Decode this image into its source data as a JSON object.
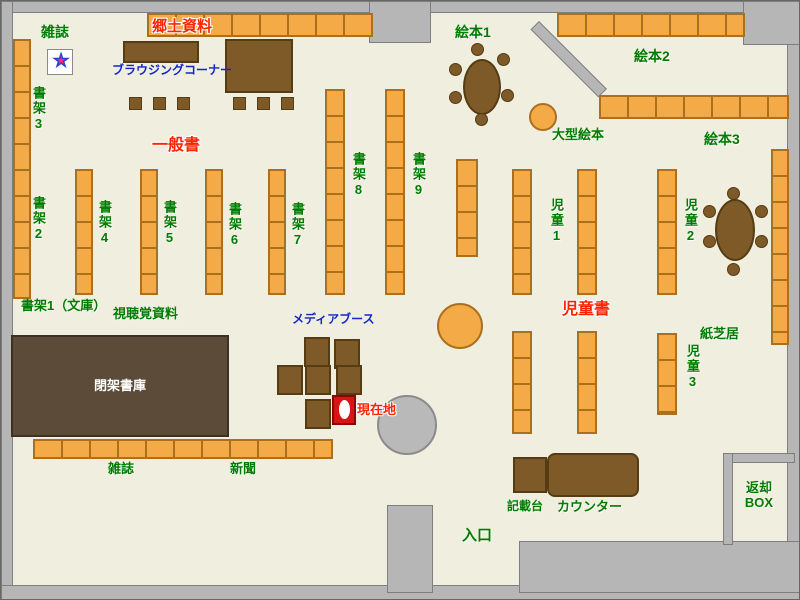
{
  "colors": {
    "floor": "#efeedf",
    "wall": "#b6b6b6",
    "shelf_fill": "#f4ab47",
    "shelf_border": "#aa701e",
    "furniture_brown": "#7d5a28",
    "closed_stacks_brown": "#5c4b38",
    "booth_highlight_red": "#d81414",
    "label_green": "#007c00",
    "label_red": "#ff2400",
    "label_blue": "#1526c8",
    "label_white": "#ffffff"
  },
  "icons": {
    "star": "★"
  },
  "areas": {
    "magazines_top": {
      "label": "雑誌"
    },
    "local_materials": {
      "label": "郷土資料"
    },
    "browsing_corner": {
      "label": "ブラウジングコーナー"
    },
    "general_books": {
      "label": "一般書"
    },
    "shelf_2": {
      "label": "書架2"
    },
    "shelf_3": {
      "label": "書架3"
    },
    "shelf_4": {
      "label": "書架4"
    },
    "shelf_5": {
      "label": "書架5"
    },
    "shelf_6": {
      "label": "書架6"
    },
    "shelf_7": {
      "label": "書架7"
    },
    "shelf_8": {
      "label": "書架8"
    },
    "shelf_9": {
      "label": "書架9"
    },
    "picture_book_1": {
      "label": "絵本1"
    },
    "picture_book_2": {
      "label": "絵本2"
    },
    "picture_book_3": {
      "label": "絵本3"
    },
    "large_picture_book": {
      "label": "大型絵本"
    },
    "children_1": {
      "label": "児童1"
    },
    "children_2": {
      "label": "児童2"
    },
    "children_3": {
      "label": "児童3"
    },
    "children_books": {
      "label": "児童書"
    },
    "kamishibai": {
      "label": "紙芝居"
    },
    "shelf_1_bunko": {
      "label": "書架1（文庫）"
    },
    "audio_visual": {
      "label": "視聴覚資料"
    },
    "closed_stacks": {
      "label": "閉架書庫"
    },
    "media_booth": {
      "label": "メディアブース"
    },
    "current_location": {
      "label": "現在地"
    },
    "magazines_bottom": {
      "label": "雑誌"
    },
    "newspapers": {
      "label": "新聞"
    },
    "writing_desk": {
      "label": "記載台"
    },
    "counter": {
      "label": "カウンター"
    },
    "return_box": {
      "label": "返却BOX"
    },
    "entrance": {
      "label": "入口"
    }
  }
}
